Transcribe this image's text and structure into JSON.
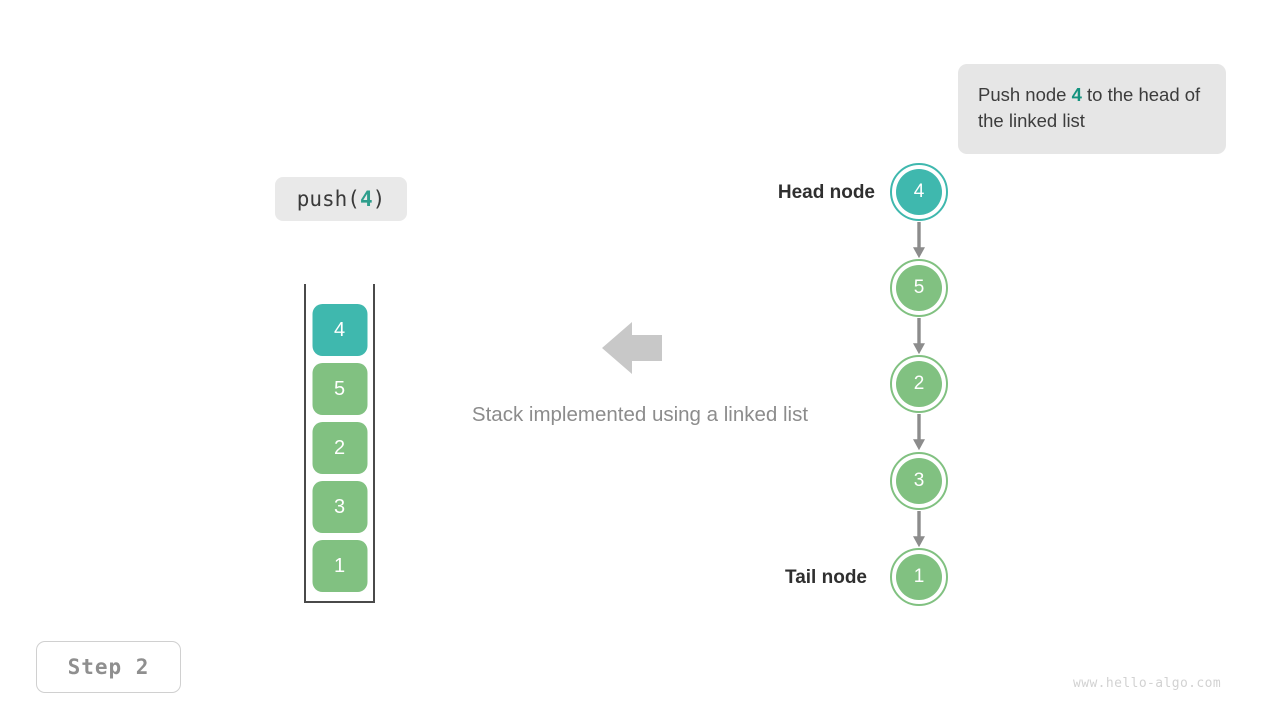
{
  "figure": {
    "title": "Stack implemented using a linked list",
    "step_label": "Step  2",
    "watermark": "www.hello-algo.com"
  },
  "callout": {
    "text_before": "Push node ",
    "highlight": "4",
    "text_after": " to the head of the linked list"
  },
  "operation": {
    "prefix": "push(",
    "value": "4",
    "suffix": ")"
  },
  "stack": {
    "cells": [
      {
        "value": "4",
        "color": "#3fb8ae",
        "highlight": true
      },
      {
        "value": "5",
        "color": "#81c181",
        "highlight": false
      },
      {
        "value": "2",
        "color": "#81c181",
        "highlight": false
      },
      {
        "value": "3",
        "color": "#81c181",
        "highlight": false
      },
      {
        "value": "1",
        "color": "#81c181",
        "highlight": false
      }
    ]
  },
  "linked_list": {
    "head_label": "Head node",
    "tail_label": "Tail node",
    "nodes": [
      {
        "value": "4",
        "color": "#3fb8ae",
        "highlight": true
      },
      {
        "value": "5",
        "color": "#81c181",
        "highlight": false
      },
      {
        "value": "2",
        "color": "#81c181",
        "highlight": false
      },
      {
        "value": "3",
        "color": "#81c181",
        "highlight": false
      },
      {
        "value": "1",
        "color": "#81c181",
        "highlight": false
      }
    ]
  },
  "colors": {
    "accent_teal": "#3fb8ae",
    "node_green": "#81c181",
    "callout_bg": "#e6e6e6",
    "arrow_gray": "#c8c8c8",
    "connector_gray": "#8c8c8c",
    "caption_gray": "#8c8c8c"
  },
  "icons": {
    "left_arrow": "left-arrow-icon",
    "down_connector": "down-arrow-connector-icon"
  }
}
